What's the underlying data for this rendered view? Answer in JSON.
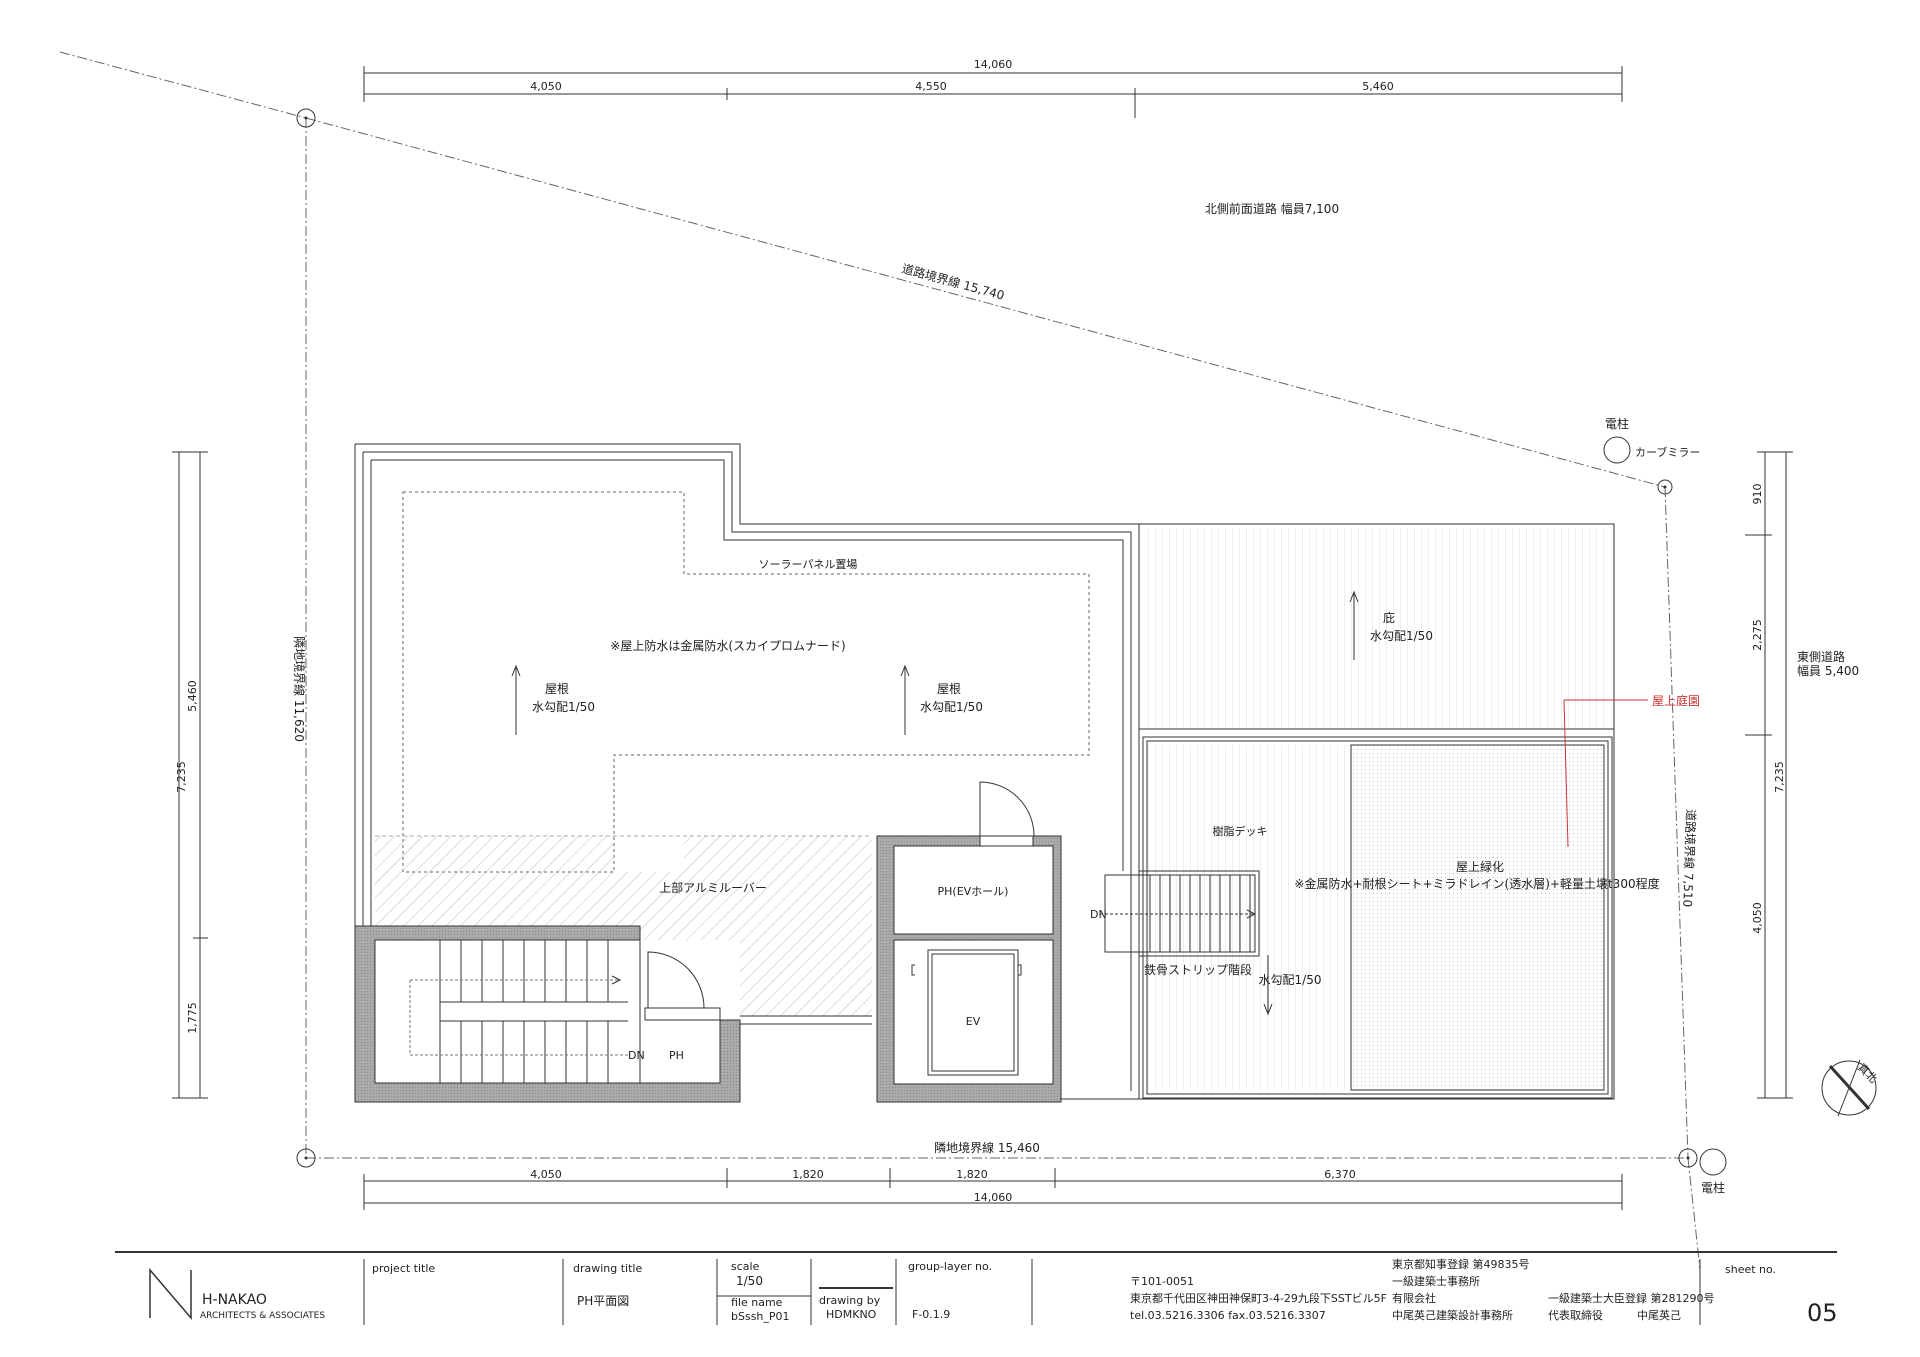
{
  "dimensions": {
    "top_total": "14,060",
    "top_segments": [
      "4,050",
      "4,550",
      "5,460"
    ],
    "bottom_total": "14,060",
    "bottom_segments": [
      "4,050",
      "1,820",
      "1,820",
      "6,370"
    ],
    "left_outer": "7,235",
    "left_inner_top": "5,460",
    "left_inner_bottom": "1,775",
    "right_segments": [
      "910",
      "2,275",
      "4,050"
    ],
    "right_outer": "7,235"
  },
  "boundaries": {
    "road_boundary_top": "道路境界線 15,740",
    "adjacent_left": "隣地境界線 11,620",
    "adjacent_bottom": "隣地境界線 15,460",
    "road_boundary_right": "道路境界線 7,510"
  },
  "roads": {
    "north_road": "北側前面道路 幅員7,100",
    "east_road_line1": "東側道路",
    "east_road_line2": "幅員 5,400"
  },
  "site": {
    "pole_top": "電柱",
    "mirror": "カーブミラー",
    "pole_bottom": "電柱"
  },
  "rooms": {
    "solar": "ソーラーパネル置場",
    "waterproof_note": "※屋上防水は金属防水(スカイプロムナード)",
    "roof_left_1": "屋根",
    "roof_left_2": "水勾配1/50",
    "roof_right_1": "屋根",
    "roof_right_2": "水勾配1/50",
    "louver": "上部アルミルーバー",
    "eaves_1": "庇",
    "eaves_2": "水勾配1/50",
    "rooftop_garden": "屋上庭園",
    "resin_deck": "樹脂デッキ",
    "green_1": "屋上緑化",
    "green_2": "※金属防水+耐根シート+ミラドレイン(透水層)+軽量土壌t300程度",
    "stair_steel": "鉄骨ストリップ階段",
    "slope_deck": "水勾配1/50",
    "ph_ev_hall": "PH(EVホール)",
    "ev": "EV",
    "dn_left": "DN",
    "ph_left": "PH",
    "dn_right": "DN"
  },
  "title_block": {
    "logo_top": "H-NAKAO",
    "logo_bottom": "ARCHITECTS & ASSOCIATES",
    "project_title_label": "project title",
    "drawing_title_label": "drawing title",
    "drawing_title": "PH平面図",
    "scale_label": "scale",
    "scale": "1/50",
    "file_name_label": "file name",
    "file_name": "bSssh_P01",
    "drawing_by_label": "drawing by",
    "drawing_by": "HDMKNO",
    "group_layer_label": "group-layer no.",
    "group_layer": "F-0.1.9",
    "postal": "〒101-0051",
    "address": "東京都千代田区神田神保町3-4-29九段下SSTビル5F",
    "tel": "tel.03.5216.3306 fax.03.5216.3307",
    "registration": "東京都知事登録 第49835号",
    "office_type": "一級建築士事務所",
    "company_type": "有限会社",
    "company": "中尾英己建築設計事務所",
    "architect_reg": "一級建築士大臣登録 第281290号",
    "rep_title": "代表取締役",
    "rep_name": "中尾英己",
    "sheet_label": "sheet no.",
    "sheet_no": "05"
  },
  "north_label": "真北"
}
